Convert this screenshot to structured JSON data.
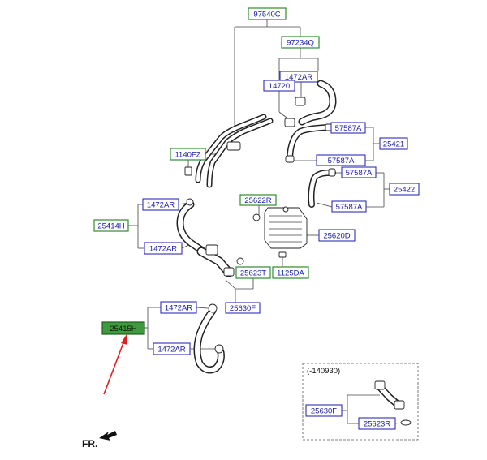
{
  "callouts": {
    "c97540c": "97540C",
    "c97234q": "97234Q",
    "c1472ar_top": "1472AR",
    "c14720": "14720",
    "c57587a_1": "57587A",
    "c25421": "25421",
    "c57587a_2": "57587A",
    "c1140fz": "1140FZ",
    "c57587a_3": "57587A",
    "c25422": "25422",
    "c57587a_4": "57587A",
    "c25622r": "25622R",
    "c1472ar_left1": "1472AR",
    "c25414h": "25414H",
    "c25620d": "25620D",
    "c1472ar_left2": "1472AR",
    "c25623t": "25623T",
    "c1125da": "1125DA",
    "c25630f": "25630F",
    "c1472ar_low1": "1472AR",
    "c25415h": "25415H",
    "c1472ar_low2": "1472AR"
  },
  "inset": {
    "note": "(-140930)",
    "c25630f": "25630F",
    "c25623r": "25623R"
  },
  "direction_label": "FR.",
  "colors": {
    "green_box": "#2e8b2e",
    "blue_box": "#2e2eb8",
    "highlight_box": "#3f9a3f",
    "arrow": "#e02020"
  }
}
